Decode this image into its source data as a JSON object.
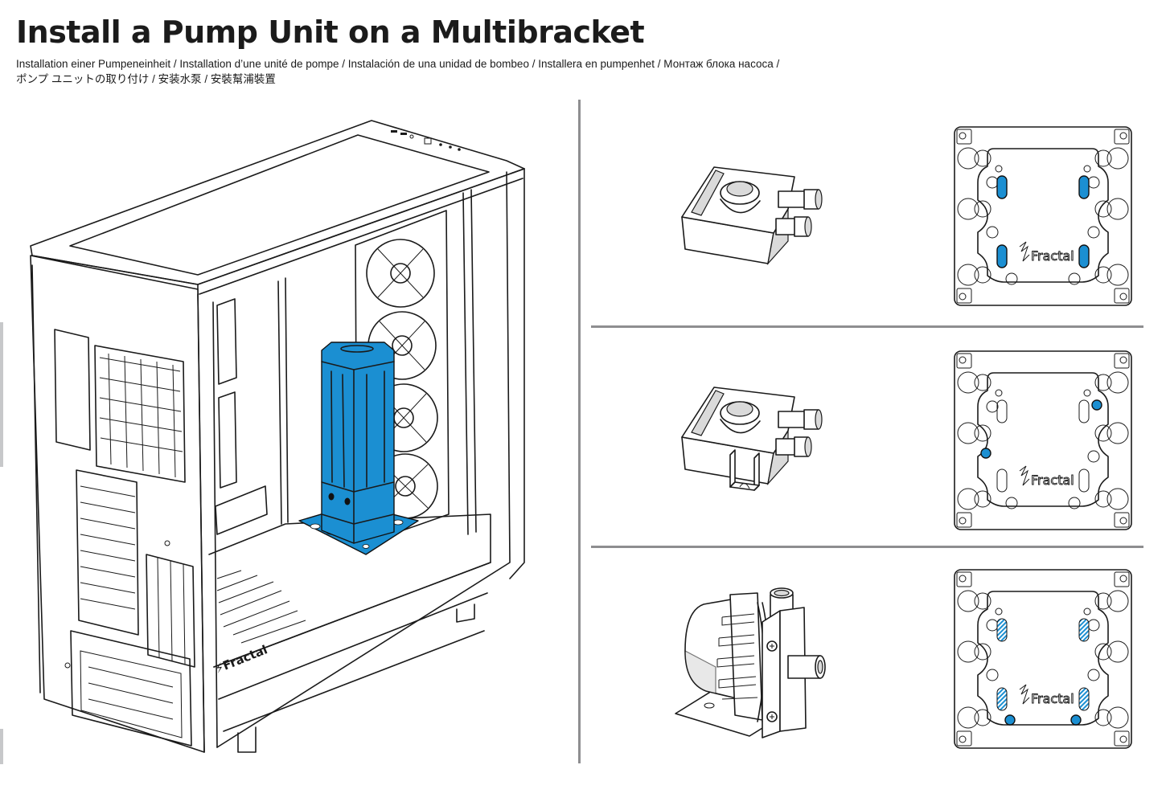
{
  "page": {
    "title": "Install a Pump Unit on a Multibracket",
    "subtitle_line1": "Installation einer Pumpeneinheit / Installation d’une unité de pompe / Instalación de una unidad de bombeo / Installera en pumpenhet / Монтаж блока насоса /",
    "subtitle_line2": "ポンプ ユニットの取り付け / 安装水泵 / 安裝幫浦裝置"
  },
  "colors": {
    "accent": "#1b8fd2",
    "divider": "#8e8e90",
    "edge_tab": "#c7c8ca",
    "line": "#1a1a1a"
  },
  "main_illustration": {
    "subject": "pc-case-with-pump-on-multibracket",
    "case_brand": "Fractal",
    "highlighted_part": "pump-reservoir-and-multibracket"
  },
  "pump_options": [
    {
      "id": "option-1",
      "pump_type": "d5-style-pump-top",
      "bracket_brand": "Fractal",
      "mount_points": "4 slotted holes (highlighted)",
      "mount_style": "slot-solid"
    },
    {
      "id": "option-2",
      "pump_type": "d5-style-pump-top-with-foot",
      "bracket_brand": "Fractal",
      "mount_points": "2 round holes (highlighted)",
      "mount_style": "dot"
    },
    {
      "id": "option-3",
      "pump_type": "ddc-style-pump-with-l-bracket",
      "bracket_brand": "Fractal",
      "mount_points": "2 round holes + 4 hatched slots",
      "mount_style": "dot-and-hatched-slot"
    }
  ]
}
